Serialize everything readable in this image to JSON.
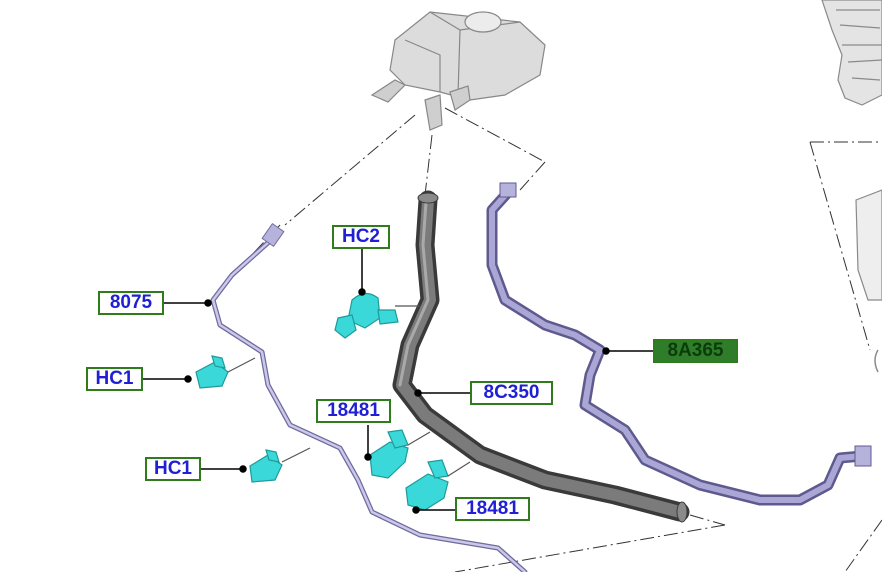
{
  "callouts": [
    {
      "id": "hc2",
      "text": "HC2",
      "selected": false
    },
    {
      "id": "8075",
      "text": "8075",
      "selected": false
    },
    {
      "id": "hc1a",
      "text": "HC1",
      "selected": false
    },
    {
      "id": "hc1b",
      "text": "HC1",
      "selected": false
    },
    {
      "id": "18481a",
      "text": "18481",
      "selected": false
    },
    {
      "id": "18481b",
      "text": "18481",
      "selected": false
    },
    {
      "id": "8c350",
      "text": "8C350",
      "selected": false
    },
    {
      "id": "8a365",
      "text": "8A365",
      "selected": true
    }
  ],
  "colors": {
    "callout_border": "#2e7d1a",
    "callout_text": "#1f1fd6",
    "callout_selected_fill": "#2f7d2a",
    "hose_dark": "#555555",
    "hose_purple": "#8c88c0",
    "clip_cyan": "#3ad8d8",
    "reservoir_gray": "#d6d6d6"
  }
}
